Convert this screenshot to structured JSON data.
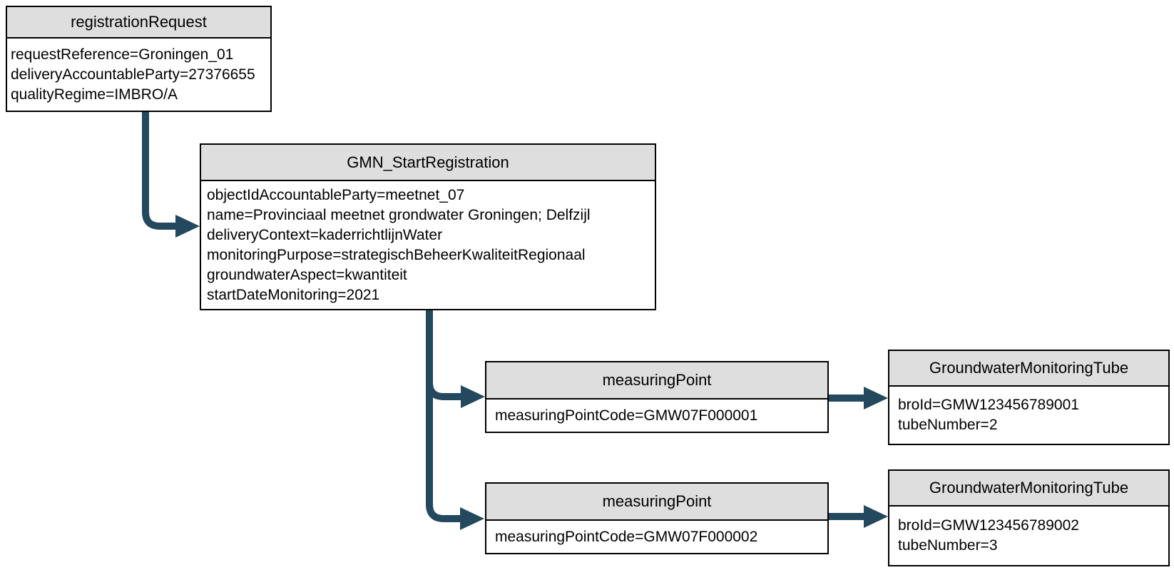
{
  "diagram": {
    "type": "object-diagram",
    "colors": {
      "arrow": "#24485E",
      "header_fill": "#DEDEDE",
      "border": "#000000",
      "background": "#FFFFFF",
      "text": "#000000"
    }
  },
  "nodes": {
    "registration_request": {
      "title": "registrationRequest",
      "fields": [
        "requestReference=Groningen_01",
        "deliveryAccountableParty=27376655",
        "qualityRegime=IMBRO/A"
      ]
    },
    "gmn_start_registration": {
      "title": "GMN_StartRegistration",
      "fields": [
        "objectIdAccountableParty=meetnet_07",
        "name=Provinciaal meetnet grondwater Groningen; Delfzijl",
        "deliveryContext=kaderrichtlijnWater",
        "monitoringPurpose=strategischBeheerKwaliteitRegionaal",
        "groundwaterAspect=kwantiteit",
        "startDateMonitoring=2021"
      ]
    },
    "measuring_point_1": {
      "title": "measuringPoint",
      "fields": [
        "measuringPointCode=GMW07F000001"
      ]
    },
    "measuring_point_2": {
      "title": "measuringPoint",
      "fields": [
        "measuringPointCode=GMW07F000002"
      ]
    },
    "tube_1": {
      "title": "GroundwaterMonitoringTube",
      "fields": [
        "broId=GMW123456789001",
        "tubeNumber=2"
      ]
    },
    "tube_2": {
      "title": "GroundwaterMonitoringTube",
      "fields": [
        "broId=GMW123456789002",
        "tubeNumber=3"
      ]
    }
  }
}
